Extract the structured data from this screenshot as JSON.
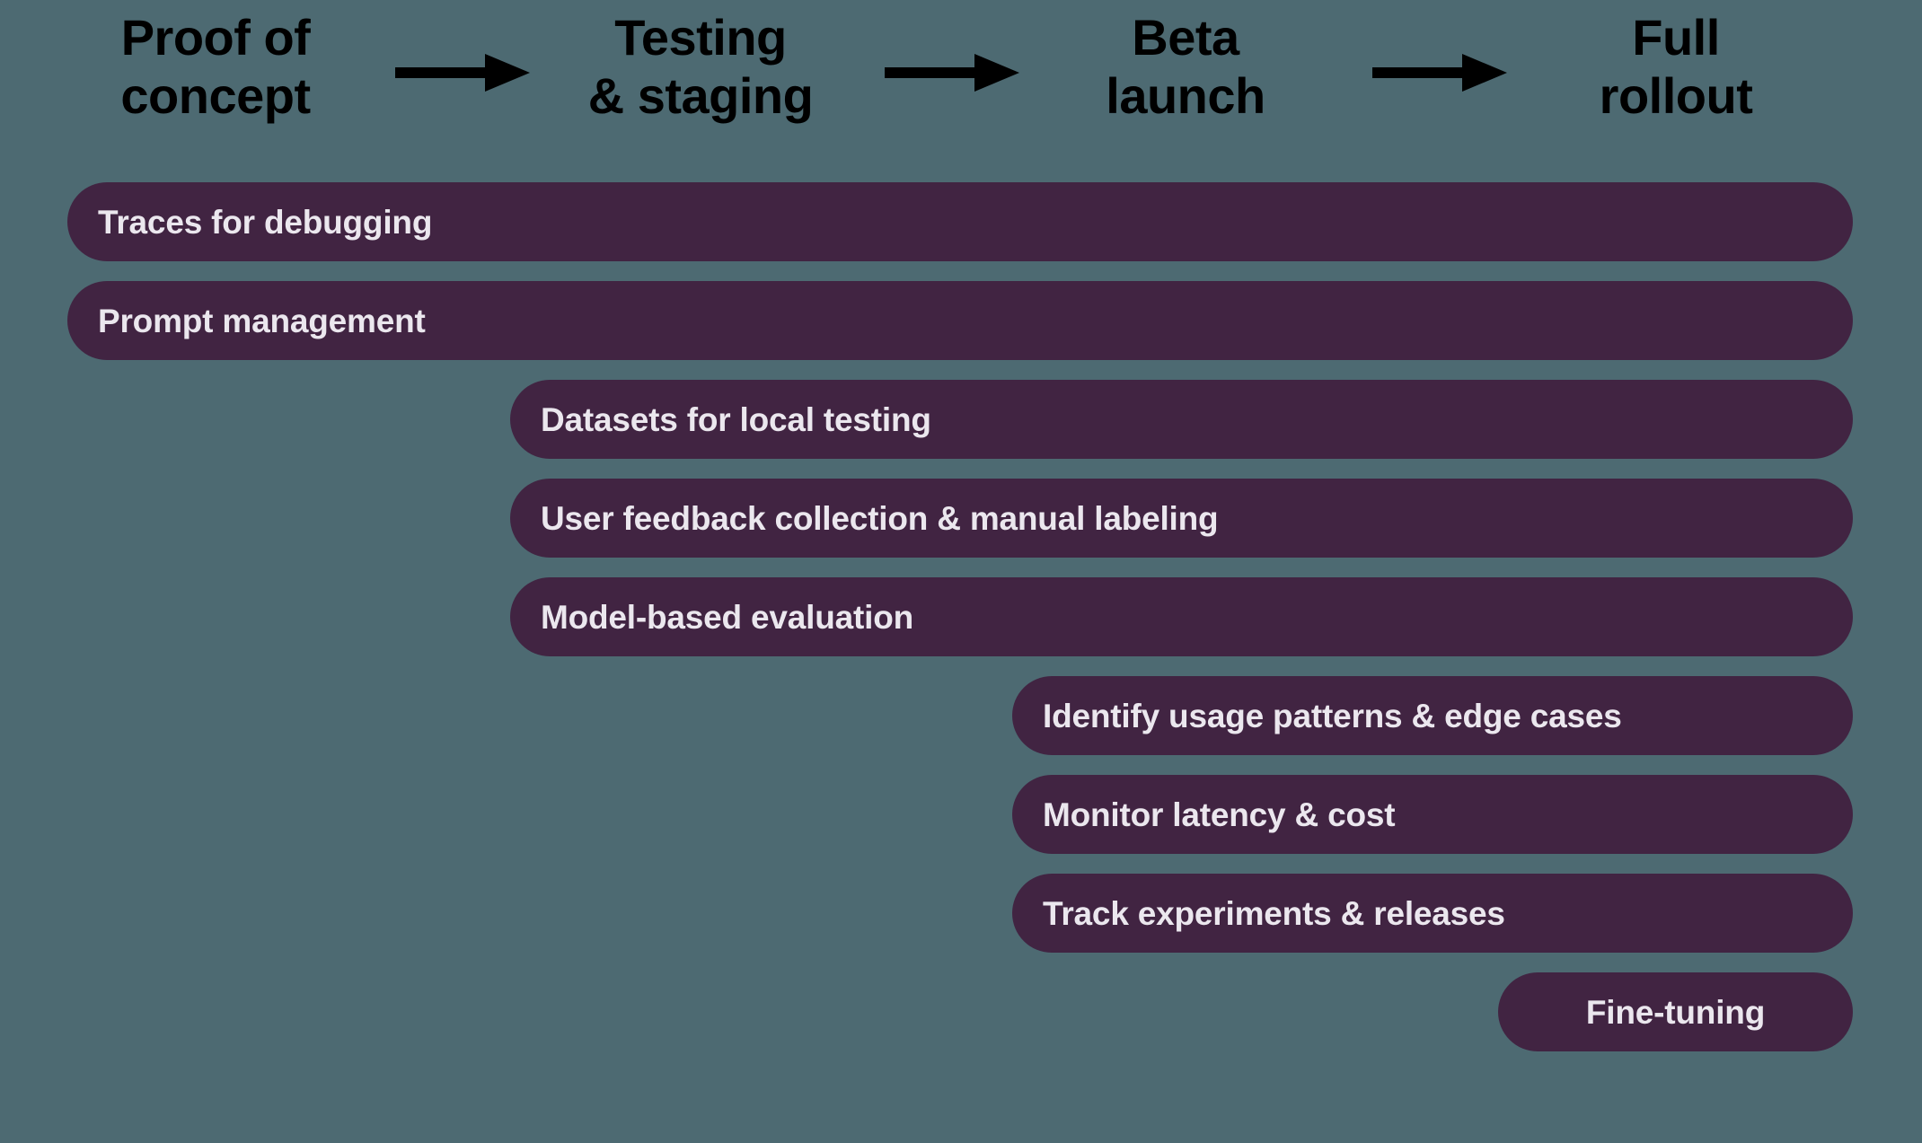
{
  "background_color": "#4d6a72",
  "bar_color": "#412442",
  "bar_text_color": "#ebe7ee",
  "arrow_color": "#000000",
  "phases": [
    {
      "label": "Proof of\nconcept"
    },
    {
      "label": "Testing\n& staging"
    },
    {
      "label": "Beta\nlaunch"
    },
    {
      "label": "Full\nrollout"
    }
  ],
  "arrows": [
    {
      "name": "arrow-poc-to-testing"
    },
    {
      "name": "arrow-testing-to-beta"
    },
    {
      "name": "arrow-beta-to-rollout"
    }
  ],
  "bars": [
    {
      "label": "Traces for debugging",
      "start_phase": 0,
      "align": "left"
    },
    {
      "label": "Prompt management",
      "start_phase": 0,
      "align": "left"
    },
    {
      "label": "Datasets for local testing",
      "start_phase": 1,
      "align": "left"
    },
    {
      "label": "User feedback collection & manual labeling",
      "start_phase": 1,
      "align": "left"
    },
    {
      "label": "Model-based evaluation",
      "start_phase": 1,
      "align": "left"
    },
    {
      "label": "Identify usage patterns & edge cases",
      "start_phase": 2,
      "align": "left"
    },
    {
      "label": "Monitor latency & cost",
      "start_phase": 2,
      "align": "left"
    },
    {
      "label": "Track experiments & releases",
      "start_phase": 2,
      "align": "left"
    },
    {
      "label": "Fine-tuning",
      "start_phase": 3,
      "align": "center"
    }
  ],
  "chart_data": {
    "type": "bar",
    "title": "LLM application lifecycle capability timeline",
    "xlabel": "",
    "ylabel": "",
    "categories": [
      "Proof of concept",
      "Testing & staging",
      "Beta launch",
      "Full rollout"
    ],
    "series": [
      {
        "name": "Traces for debugging",
        "start": 0,
        "end": 3
      },
      {
        "name": "Prompt management",
        "start": 0,
        "end": 3
      },
      {
        "name": "Datasets for local testing",
        "start": 1,
        "end": 3
      },
      {
        "name": "User feedback collection & manual labeling",
        "start": 1,
        "end": 3
      },
      {
        "name": "Model-based evaluation",
        "start": 1,
        "end": 3
      },
      {
        "name": "Identify usage patterns & edge cases",
        "start": 2,
        "end": 3
      },
      {
        "name": "Monitor latency & cost",
        "start": 2,
        "end": 3
      },
      {
        "name": "Track experiments & releases",
        "start": 2,
        "end": 3
      },
      {
        "name": "Fine-tuning",
        "start": 3,
        "end": 3
      }
    ],
    "legend": "none",
    "grid": false
  }
}
